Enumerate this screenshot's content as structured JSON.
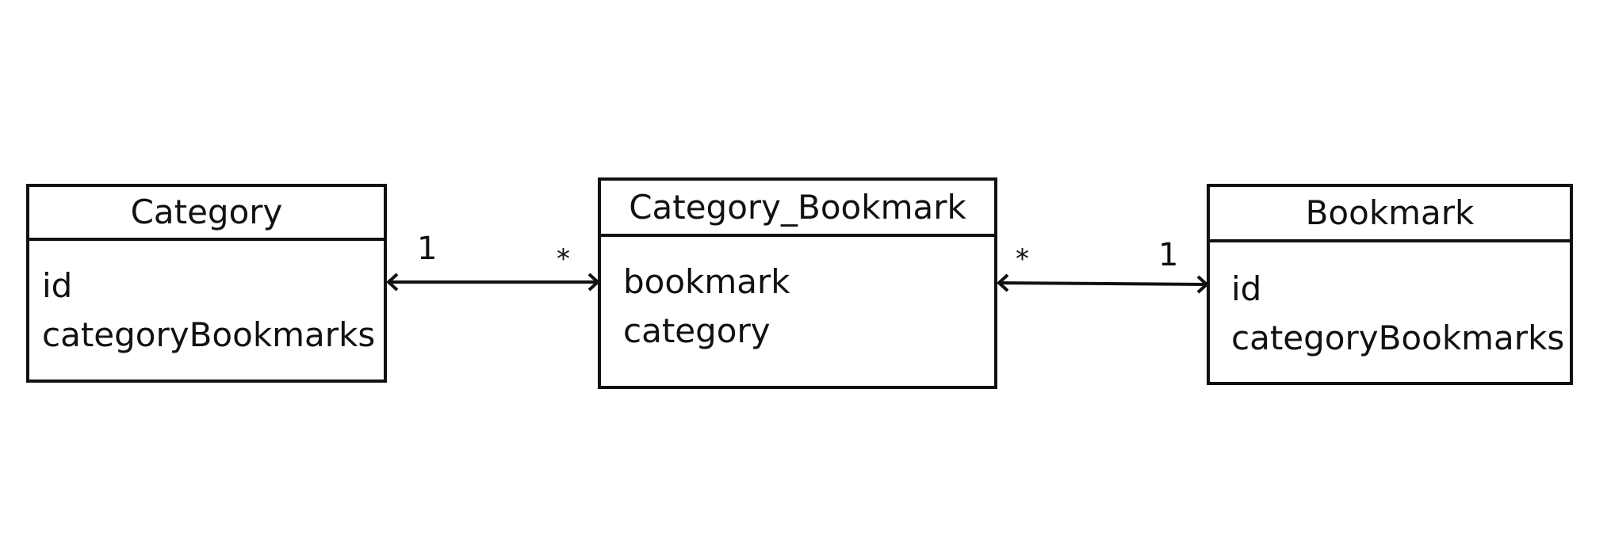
{
  "diagram": {
    "entities": [
      {
        "title": "Category",
        "fields": [
          "id",
          "categoryBookmarks"
        ]
      },
      {
        "title": "Category_Bookmark",
        "fields": [
          "bookmark",
          "category"
        ]
      },
      {
        "title": "Bookmark",
        "fields": [
          "id",
          "categoryBookmarks"
        ]
      }
    ],
    "relations": [
      {
        "from": "Category",
        "to": "Category_Bookmark",
        "from_multiplicity": "1",
        "to_multiplicity": "*"
      },
      {
        "from": "Category_Bookmark",
        "to": "Bookmark",
        "from_multiplicity": "*",
        "to_multiplicity": "1"
      }
    ]
  }
}
